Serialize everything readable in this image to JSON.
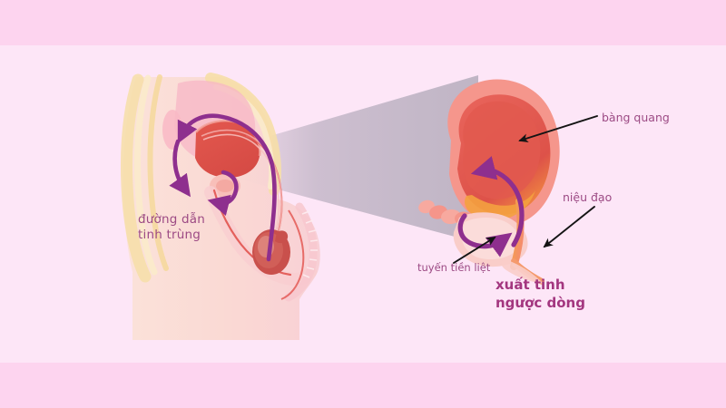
{
  "figure": {
    "title_alt": "xuất tinh ngược dòng",
    "language": "vi",
    "background": {
      "band_color": "#fdd4ef",
      "panel_color": "#fde6f7"
    }
  },
  "labels": {
    "sperm_path": "đường dẫn\ntinh trùng",
    "bladder": "bàng quang",
    "urethra": "niệu đạo",
    "prostate": "tuyến tiền liệt",
    "retrograde_ejaculation": "xuất tinh\nngược dòng"
  },
  "colors": {
    "label_text": "#9c4a84",
    "title_text": "#a3367f",
    "flow_arrow": "#8e2f8e",
    "pointer_arrow": "#141414",
    "bladder_wall": "#f4897f",
    "bladder_lumen": "#e2594f",
    "prostate": "#f7b9b4",
    "urethra_orange": "#f59a3c",
    "skin": "#f9d9cf",
    "bone": "#f7dfa8",
    "magnifier_cone": "#9a97a6"
  },
  "panels": {
    "left": {
      "name": "pelvic-cross-section",
      "description": "Sagittal male pelvis showing sperm pathway from testicle through vas deferens to urethra",
      "callout_label": "đường dẫn tinh trùng"
    },
    "right": {
      "name": "magnified-bladder-prostate",
      "description": "Magnified bladder, prostate and urethra showing semen flowing backward into the bladder",
      "callout_label": "xuất tinh ngược dòng"
    }
  },
  "annotations": [
    {
      "id": "bladder",
      "text": "bàng quang",
      "arrow": "points-left-down"
    },
    {
      "id": "urethra",
      "text": "niệu đạo",
      "arrow": "points-left-down"
    },
    {
      "id": "prostate",
      "text": "tuyến tiền liệt",
      "arrow": "points-right-up"
    }
  ]
}
